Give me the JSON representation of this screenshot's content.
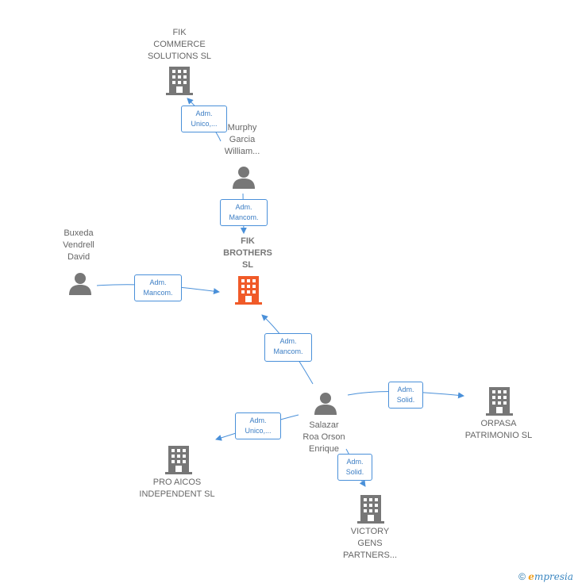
{
  "nodes": {
    "fik_commerce": {
      "label": "FIK\nCOMMERCE\nSOLUTIONS SL",
      "kind": "company"
    },
    "murphy": {
      "label": "Murphy\nGarcia\nWilliam...",
      "kind": "person"
    },
    "fik_brothers": {
      "label": "FIK\nBROTHERS\nSL",
      "kind": "company-main"
    },
    "buxeda": {
      "label": "Buxeda\nVendrell\nDavid",
      "kind": "person"
    },
    "salazar": {
      "label": "Salazar\nRoa Orson\nEnrique",
      "kind": "person"
    },
    "orpasa": {
      "label": "ORPASA\nPATRIMONIO SL",
      "kind": "company"
    },
    "pro_aicos": {
      "label": "PRO AICOS\nINDEPENDENT SL",
      "kind": "company"
    },
    "victory": {
      "label": "VICTORY\nGENS\nPARTNERS...",
      "kind": "company"
    }
  },
  "edges": {
    "murphy_fikcommerce": "Adm.\nUnico,...",
    "murphy_fikbrothers": "Adm.\nMancom.",
    "buxeda_fikbrothers": "Adm.\nMancom.",
    "salazar_fikbrothers": "Adm.\nMancom.",
    "salazar_orpasa": "Adm.\nSolid.",
    "salazar_proaicos": "Adm.\nUnico,...",
    "salazar_victory": "Adm.\nSolid."
  },
  "colors": {
    "edge": "#4a90d9",
    "company": "#777777",
    "main_company": "#f05a28",
    "person": "#777777"
  },
  "footer": {
    "copyright": "©",
    "brand_e": "e",
    "brand_rest": "mpresia"
  }
}
